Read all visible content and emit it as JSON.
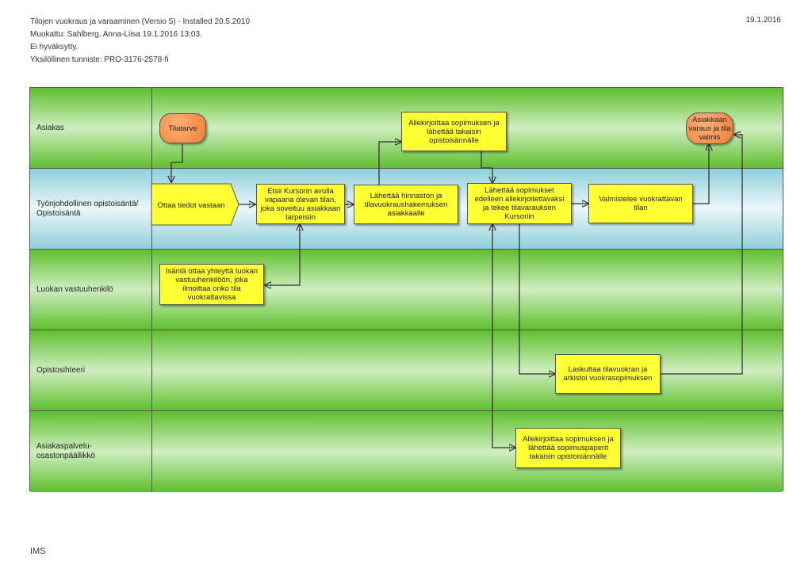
{
  "header": {
    "title": "Tilojen vuokraus ja varaaminen (Versio 5) - Installed 20.5.2010",
    "modified": "Muokattu: Sahlberg, Anna-Liisa 19.1.2016 13:03.",
    "status": "Ei hyväksytty.",
    "identifier": "Yksilöllinen tunniste: PRO-3176-2578-fi",
    "date": "19.1.2016"
  },
  "lanes": [
    {
      "label": "Asiakas"
    },
    {
      "label": "Työnjohdollinen opistoisäntä/ Opistoisäntä"
    },
    {
      "label": "Luokan vastuuhenkilö"
    },
    {
      "label": "Opistosihteeri"
    },
    {
      "label": "Asiakaspalvelu- osastonpäällikkö"
    }
  ],
  "nodes": {
    "tilatarve": "Tilatarve",
    "ottaa": "Ottaa tiedot vastaan",
    "etsii": "Etsii Kursorin avulla vapaana olevan tilan, joka soveltuu asiakkaan tarpeisiin",
    "isanta": "Isäntä ottaa yhteyttä luokan vastuuhenkilöön, joka ilmoittaa onko tila vuokrattavissa",
    "lahettaa_hinnaston": "Lähettää hinnaston ja tilavuokraushakemuksen asiakkaalle",
    "allekirjoittaa_asiakas": "Allekirjoittaa sopimuksen ja lähettää takaisin opistoisännälle",
    "lahettaa_sopimukset": "Lähettää sopimukset edelleen allekirjoitettavaksi ja tekee tilavarauksen Kursoriin",
    "valmistelee": "Valmistelee vuokrattavan tilan",
    "asiakkaan_varaus": "Asiakkaan varaus ja tila valmis",
    "laskuttaa": "Laskuttaa tilavuokran ja arkistoi vuokrasopimuksen",
    "allekirjoittaa_paallikko": "Allekirjoittaa sopimuksen ja lähettää sopimuspaperit takaisin opistoisännälle"
  },
  "footer": {
    "text": "IMS"
  },
  "colors": {
    "task": "#ffff33",
    "terminal": "#f07c30",
    "lane_green": "#5fbf2e",
    "lane_blue": "#8fcfd9"
  }
}
